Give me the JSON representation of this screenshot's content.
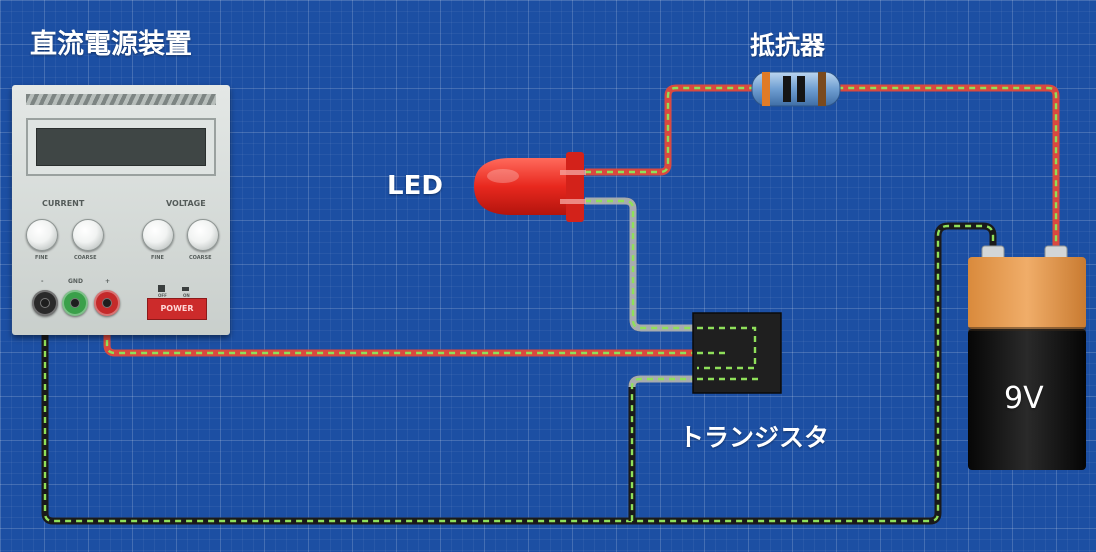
{
  "labels": {
    "power_supply": "直流電源装置",
    "resistor": "抵抗器",
    "led": "LED",
    "transistor": "トランジスタ",
    "battery": "9V"
  },
  "psu": {
    "current": "CURRENT",
    "voltage": "VOLTAGE",
    "fine": "FINE",
    "coarse": "COARSE",
    "minus": "-",
    "gnd": "GND",
    "plus": "+",
    "off": "OFF",
    "on": "ON",
    "power": "POWER"
  },
  "colors": {
    "background": "#1c4fa3",
    "wire_positive": "#d9493f",
    "wire_negative": "#1a1a1a",
    "wire_neutral": "#a7acaf",
    "wire_dash": "#8fe05a",
    "led": "#e8281e",
    "battery_top": "#e89a4a",
    "battery_body": "#111111"
  }
}
